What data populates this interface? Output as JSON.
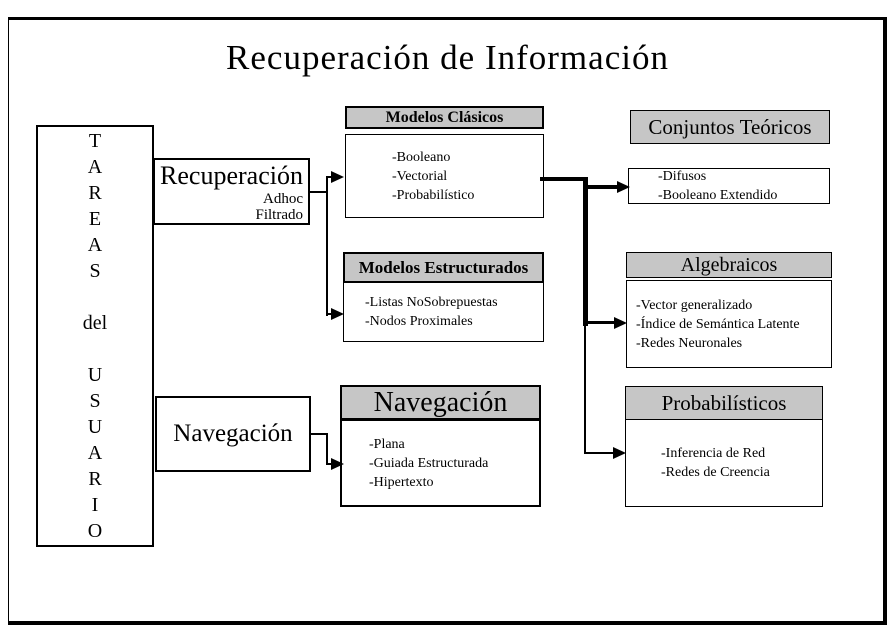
{
  "title": "Recuperación de Información",
  "colors": {
    "header_fill": "#c6c6c6",
    "line": "#000000",
    "background": "#ffffff"
  },
  "left_column": {
    "tareas_label": "T\nA\nR\nE\nA\nS\n\ndel\n\nU\nS\nU\nA\nR\nI\nO",
    "recuperacion": {
      "label": "Recuperación",
      "sublabel": "Adhoc\nFiltrado"
    },
    "navegacion": {
      "label": "Navegación"
    }
  },
  "middle_column": [
    {
      "header": "Modelos Clásicos",
      "items": "-Booleano\n-Vectorial\n-Probabilístico"
    },
    {
      "header": "Modelos Estructurados",
      "items": "-Listas NoSobrepuestas\n-Nodos Proximales"
    },
    {
      "header": "Navegación",
      "items": "-Plana\n-Guiada Estructurada\n-Hipertexto"
    }
  ],
  "right_column": [
    {
      "header": "Conjuntos Teóricos",
      "items": "-Difusos\n-Booleano Extendido"
    },
    {
      "header": "Algebraicos",
      "items": "-Vector generalizado\n-Índice de Semántica Latente\n-Redes Neuronales"
    },
    {
      "header": "Probabilísticos",
      "items": "-Inferencia de Red\n-Redes de Creencia"
    }
  ]
}
